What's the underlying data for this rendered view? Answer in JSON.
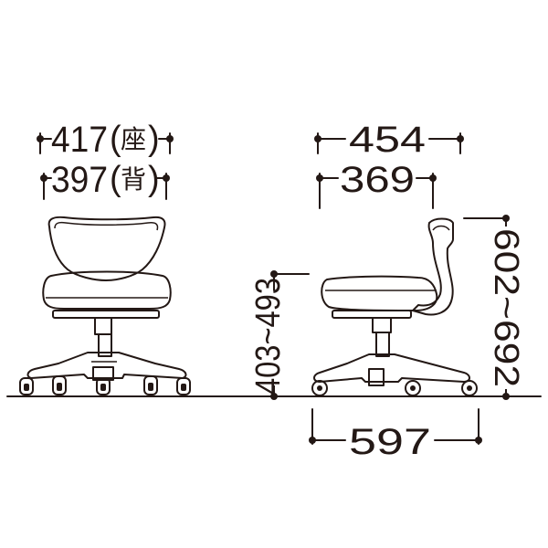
{
  "dimensions": {
    "seat_width": "417",
    "seat_label": "座",
    "back_width": "397",
    "back_label": "背",
    "depth_overall": "454",
    "depth_seat": "369",
    "seat_height": "403~493",
    "total_height": "602~692",
    "base_depth": "597"
  },
  "colors": {
    "ink": "#231815",
    "background": "#ffffff"
  }
}
